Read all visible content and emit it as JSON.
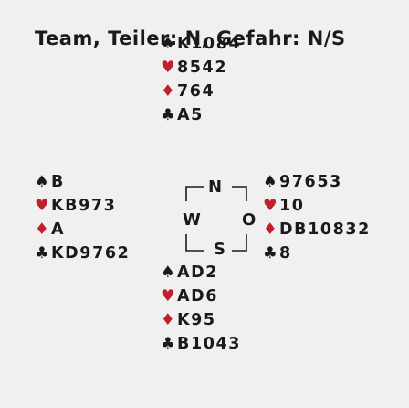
{
  "header": {
    "title": "Team, Teiler: N, Gefahr: N/S"
  },
  "suits": {
    "spade": "♠",
    "heart": "♥",
    "diamond": "♦",
    "club": "♣"
  },
  "colors": {
    "red_suit": "#c0202e",
    "black_suit": "#1a1a1a",
    "background": "#f0f0f0"
  },
  "compass": {
    "north": "N",
    "west": "W",
    "east": "O",
    "south": "S"
  },
  "hands": {
    "north": {
      "spades": "K1084",
      "hearts": "8542",
      "diamonds": "764",
      "clubs": "A5"
    },
    "west": {
      "spades": "B",
      "hearts": "KB973",
      "diamonds": "A",
      "clubs": "KD9762"
    },
    "east": {
      "spades": "97653",
      "hearts": "10",
      "diamonds": "DB10832",
      "clubs": "8"
    },
    "south": {
      "spades": "AD2",
      "hearts": "AD6",
      "diamonds": "K95",
      "clubs": "B1043"
    }
  }
}
